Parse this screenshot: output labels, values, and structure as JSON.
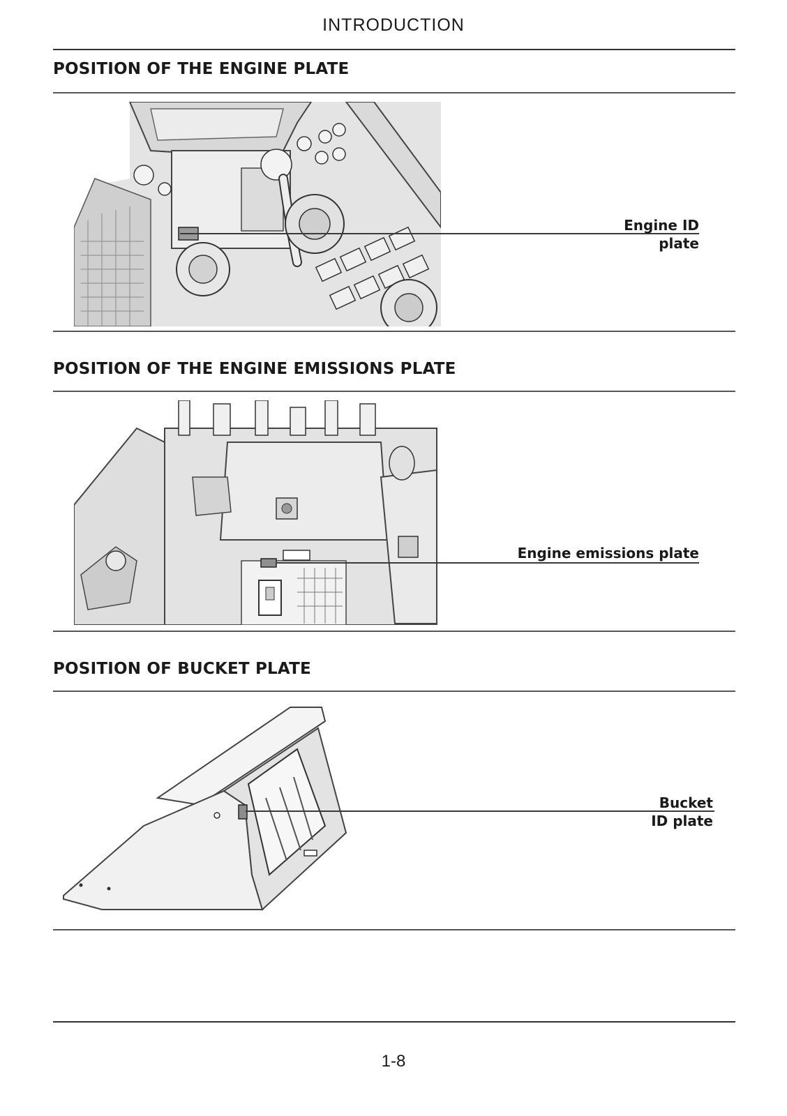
{
  "header": {
    "title": "INTRODUCTION"
  },
  "sections": [
    {
      "title": "POSITION OF THE ENGINE PLATE",
      "callout_lines": [
        "Engine ID",
        "plate"
      ]
    },
    {
      "title": "POSITION OF THE ENGINE EMISSIONS PLATE",
      "callout_lines": [
        "Engine emissions plate"
      ]
    },
    {
      "title": "POSITION OF BUCKET PLATE",
      "callout_lines": [
        "Bucket",
        "ID plate"
      ]
    }
  ],
  "footer": {
    "page_number": "1-8"
  }
}
